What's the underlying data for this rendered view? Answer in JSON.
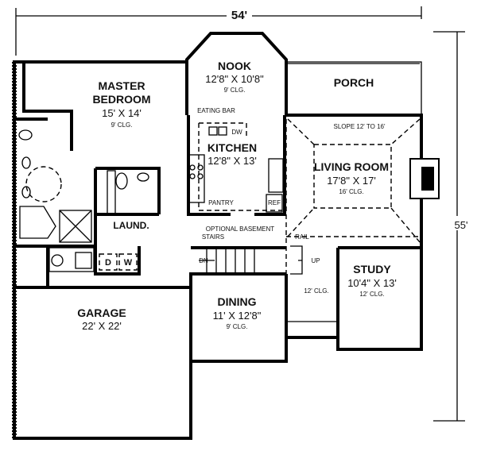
{
  "dimensions": {
    "width": "54'",
    "depth": "55'"
  },
  "rooms": {
    "master": {
      "name1": "MASTER",
      "name2": "BEDROOM",
      "size": "15' X 14'",
      "ceiling": "9' CLG."
    },
    "nook": {
      "name": "NOOK",
      "size": "12'8\" X 10'8\"",
      "ceiling": "9' CLG."
    },
    "porch": {
      "name": "PORCH"
    },
    "kitchen": {
      "name": "KITCHEN",
      "size": "12'8\" X 13'",
      "eating_bar": "EATING BAR",
      "dw": "DW",
      "pantry": "PANTRY",
      "ref": "REF"
    },
    "living": {
      "name": "LIVING ROOM",
      "size": "17'8\" X 17'",
      "ceiling": "16' CLG.",
      "slope": "SLOPE 12' TO 16'"
    },
    "laundry": {
      "name": "LAUND.",
      "dryer": "D",
      "washer": "W"
    },
    "stairs": {
      "line1": "OPTIONAL BASEMENT",
      "line2": "STAIRS",
      "rail": "RAIL",
      "down": "DN",
      "up": "UP"
    },
    "study": {
      "name": "STUDY",
      "size": "10'4\" X 13'",
      "ceiling": "12' CLG."
    },
    "foyer": {
      "ceiling": "12' CLG."
    },
    "dining": {
      "name": "DINING",
      "size": "11' X 12'8\"",
      "ceiling": "9' CLG."
    },
    "garage": {
      "name": "GARAGE",
      "size": "22' X 22'"
    }
  }
}
